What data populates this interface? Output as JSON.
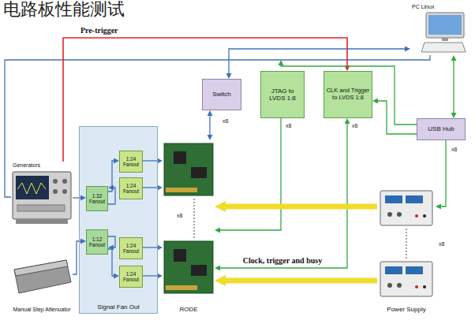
{
  "diagram": {
    "title": "电路板性能测试",
    "nodes": [
      {
        "text": [
          "Switch"
        ]
      },
      {
        "text": [
          "JTAG to LVDS 1:8"
        ]
      },
      {
        "text": [
          "CLK and Trigger to LVDS 1:8"
        ]
      },
      {
        "text": [
          "PC Linux"
        ]
      },
      {
        "text": [
          "USB Hub"
        ]
      },
      {
        "text": [
          "Generators"
        ]
      },
      {
        "text": [
          "Manual Step Attenuator"
        ]
      },
      {
        "text": [
          "Signal Fan Out"
        ]
      },
      {
        "text": [
          "1:24 Fanout"
        ],
        "in": 7
      },
      {
        "text": [
          "1:24 Fanout"
        ],
        "in": 7
      },
      {
        "text": [
          "1:32 Fanout"
        ],
        "in": 7
      },
      {
        "text": [
          "1:12 Fanout"
        ],
        "in": 7
      },
      {
        "text": [
          "1:24 Fanout"
        ],
        "in": 7
      },
      {
        "text": [
          "1:24 Fanout"
        ],
        "in": 7
      },
      {
        "text": [
          "RODE"
        ]
      },
      {
        "text": [
          "Power Supply"
        ]
      }
    ],
    "edges": [
      {
        "from": 5,
        "to": 3,
        "arrow": "none"
      },
      {
        "from": 0,
        "to": 3,
        "arrow": "both"
      },
      {
        "from": 5,
        "to": 2,
        "label": "Pre-trigger",
        "arrow": "to"
      },
      {
        "from": 3,
        "to": 4,
        "arrow": "both"
      },
      {
        "from": 4,
        "to": 1,
        "arrow": "to"
      },
      {
        "from": 4,
        "to": 2,
        "arrow": "to"
      },
      {
        "from": 4,
        "to": 15,
        "arrow": "to"
      },
      {
        "from": 5,
        "to": 10,
        "arrow": "to"
      },
      {
        "from": 6,
        "to": 11,
        "arrow": "to"
      },
      {
        "from": 10,
        "to": 8,
        "arrow": "to"
      },
      {
        "from": 10,
        "to": 9,
        "arrow": "to"
      },
      {
        "from": 11,
        "to": 12,
        "arrow": "to"
      },
      {
        "from": 11,
        "to": 13,
        "arrow": "to"
      },
      {
        "from": 8,
        "to": 14,
        "arrow": "to"
      },
      {
        "from": 9,
        "to": 14,
        "arrow": "to"
      },
      {
        "from": 12,
        "to": 14,
        "arrow": "to"
      },
      {
        "from": 13,
        "to": 14,
        "arrow": "to"
      },
      {
        "from": 0,
        "to": 14,
        "arrow": "both"
      },
      {
        "from": 1,
        "to": 14,
        "arrow": "to"
      },
      {
        "from": 2,
        "to": 14,
        "label": "Clock, trigger and busy",
        "arrow": "both"
      },
      {
        "from": 15,
        "to": 14,
        "arrow": "to"
      },
      {
        "from": 15,
        "to": 14,
        "arrow": "to"
      }
    ],
    "labels": [
      "x8",
      "x8",
      "x8",
      "x8",
      "x8",
      "x8"
    ]
  }
}
